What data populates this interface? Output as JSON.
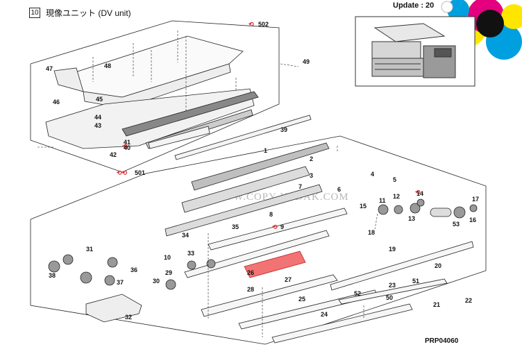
{
  "header": {
    "section_number": "10",
    "title": "現像ユニット (DV unit)",
    "update_label": "Update : 20"
  },
  "footer": {
    "drawing_code": "PRP04060"
  },
  "watermark": "WWW.COPY-YADAK.COM",
  "assemblies": [
    {
      "label": "502"
    },
    {
      "label": "501"
    }
  ],
  "callouts": [
    "1",
    "2",
    "3",
    "4",
    "5",
    "6",
    "7",
    "8",
    "9",
    "10",
    "11",
    "12",
    "13",
    "14",
    "15",
    "16",
    "17",
    "18",
    "19",
    "20",
    "21",
    "22",
    "23",
    "24",
    "25",
    "26",
    "27",
    "28",
    "29",
    "30",
    "31",
    "32",
    "33",
    "34",
    "35",
    "36",
    "37",
    "38",
    "39",
    "40",
    "41",
    "42",
    "43",
    "44",
    "45",
    "46",
    "47",
    "48",
    "49",
    "50",
    "51",
    "52",
    "53"
  ],
  "highlight": {
    "part": "26",
    "color": "#f05a5a"
  },
  "colors": {
    "line": "#222222",
    "red_mark": "#d9212b",
    "logo_cyan": "#00a0e0",
    "logo_magenta": "#e4007f",
    "logo_yellow": "#ffe600",
    "logo_black": "#111111"
  }
}
